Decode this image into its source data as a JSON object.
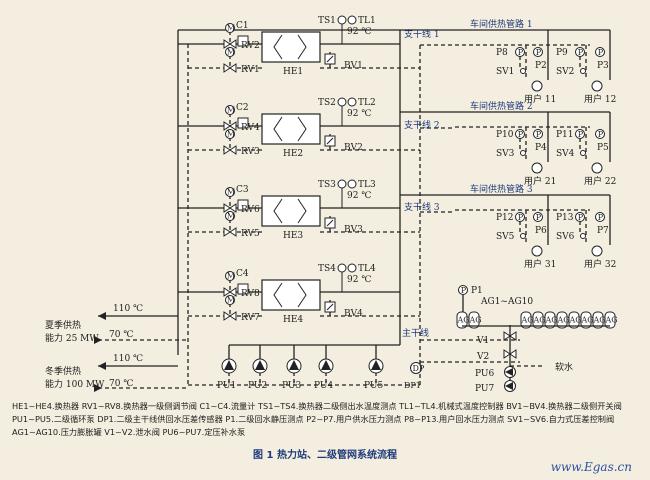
{
  "temps": {
    "t92": "92 ℃",
    "t110": "110 ℃",
    "t70": "70 ℃"
  },
  "exchangers": [
    {
      "c": "C1",
      "rv_top": "RV2",
      "rv_bot": "RV1",
      "he": "HE1",
      "ts_tl": "TS1",
      "tl": "TL1",
      "bv": "BV1"
    },
    {
      "c": "C2",
      "rv_top": "RV4",
      "rv_bot": "RV3",
      "he": "HE2",
      "ts_tl": "TS2",
      "tl": "TL2",
      "bv": "BV2"
    },
    {
      "c": "C3",
      "rv_top": "RV6",
      "rv_bot": "RV5",
      "he": "HE3",
      "ts_tl": "TS3",
      "tl": "TL3",
      "bv": "BV3"
    },
    {
      "c": "C4",
      "rv_top": "RV8",
      "rv_bot": "RV7",
      "he": "HE4",
      "ts_tl": "TS4",
      "tl": "TL4",
      "bv": "BV4"
    }
  ],
  "left": {
    "summer": "夏季供热",
    "summer_cap": "能力 25 MW",
    "winter": "冬季供热",
    "winter_cap": "能力 100 MW"
  },
  "branches": {
    "b1": "支干线 1",
    "b2": "支干线 2",
    "b3": "支干线 3",
    "main": "主干线"
  },
  "workshops": [
    {
      "title": "车间供热管路 1",
      "sv_a": "SV1",
      "sv_b": "SV2",
      "pa": "P8",
      "pb": "P9",
      "pc": "P2",
      "pd": "P3",
      "user_a": "用户 11",
      "user_b": "用户 12"
    },
    {
      "title": "车间供热管路 2",
      "sv_a": "SV3",
      "sv_b": "SV4",
      "pa": "P10",
      "pb": "P11",
      "pc": "P4",
      "pd": "P5",
      "user_a": "用户 21",
      "user_b": "用户 22"
    },
    {
      "title": "车间供热管路 3",
      "sv_a": "SV5",
      "sv_b": "SV6",
      "pa": "P12",
      "pb": "P13",
      "pc": "P6",
      "pd": "P7",
      "user_a": "用户 31",
      "user_b": "用户 32"
    }
  ],
  "pumps": [
    "PU1",
    "PU2",
    "PU3",
    "PU4",
    "PU5"
  ],
  "misc": {
    "dp1": "DP1",
    "p1": "P1",
    "ag": "AG1~AG10",
    "v1": "V1",
    "v2": "V2",
    "pu6": "PU6",
    "pu7": "PU7",
    "soft": "软水",
    "ag_tag": "AG",
    "m": "M",
    "p": "P",
    "dp": "DP",
    "t": "T"
  },
  "legend": "HE1~HE4.换热器   RV1~RV8.换热器一级侧调节阀   C1~C4.流量计   TS1~TS4.换热器二级侧出水温度测点   TL1~TL4.机械式温度控制器   BV1~BV4.换热器二级侧开关阀   PU1~PU5.二级循环泵   DP1.二级主干线供回水压差传感器   P1.二级回水静压测点   P2~P7.用户供水压力测点   P8~P13.用户回水压力测点   SV1~SV6.自力式压差控制阀   AG1~AG10.压力膨胀罐   V1~V2.泄水阀   PU6~PU7.定压补水泵",
  "caption": "图 1    热力站、二级管网系统流程",
  "watermark": "www.Egas.cn"
}
